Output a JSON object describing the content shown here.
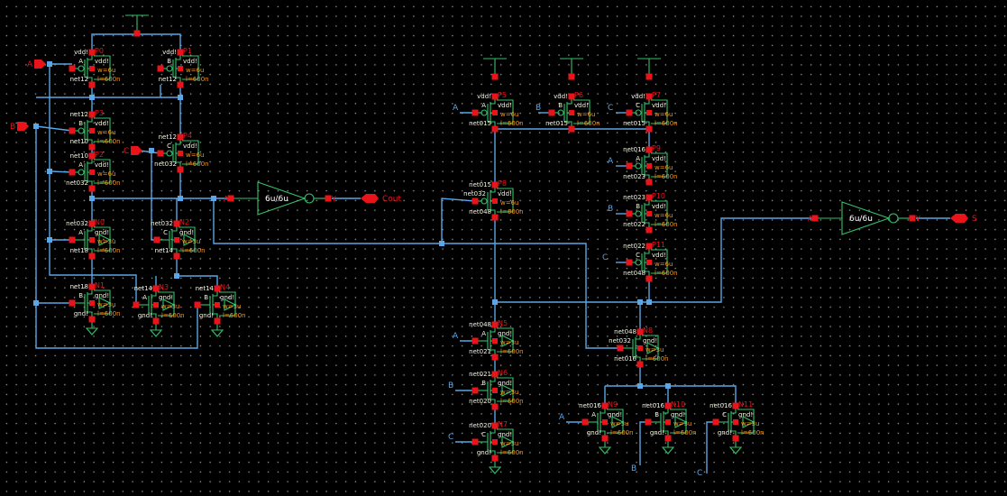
{
  "schematic": {
    "inputs": [
      "A",
      "B",
      "C"
    ],
    "outputs": {
      "cout": "Cout",
      "sum": "S"
    },
    "inverters": [
      {
        "id": "inv-cout",
        "size": "6u/6u",
        "in": "A",
        "out": "Y",
        "drives": "Cout"
      },
      {
        "id": "inv-sum",
        "size": "6u/6u",
        "in": "A",
        "out": "Y",
        "drives": "S"
      }
    ],
    "transistors": [
      {
        "name": "P0",
        "type": "pmos",
        "gate": "A",
        "top": "vdd!",
        "bottom": "net12",
        "body": "vdd!",
        "w": "w=6u",
        "l": "l=600n"
      },
      {
        "name": "P1",
        "type": "pmos",
        "gate": "B",
        "top": "vdd!",
        "bottom": "net12",
        "body": "vdd!",
        "w": "w=6u",
        "l": "l=600n"
      },
      {
        "name": "P3",
        "type": "pmos",
        "gate": "B",
        "top": "net12",
        "bottom": "net10",
        "body": "vdd!",
        "w": "w=6u",
        "l": "l=600n"
      },
      {
        "name": "P2",
        "type": "pmos",
        "gate": "A",
        "top": "net10",
        "bottom": "net032",
        "body": "vdd!",
        "w": "w=6u",
        "l": "l=600n"
      },
      {
        "name": "P4",
        "type": "pmos",
        "gate": "C",
        "top": "net12",
        "bottom": "net032",
        "body": "vdd!",
        "w": "w=6u",
        "l": "l=600n"
      },
      {
        "name": "N0",
        "type": "nmos",
        "gate": "A",
        "top": "net032",
        "bottom": "net18",
        "body": "gnd!",
        "w": "w=3u",
        "l": "l=600n"
      },
      {
        "name": "N2",
        "type": "nmos",
        "gate": "C",
        "top": "net032",
        "bottom": "net14",
        "body": "gnd!",
        "w": "w=3u",
        "l": "l=600n"
      },
      {
        "name": "N1",
        "type": "nmos",
        "gate": "B",
        "top": "net18",
        "bottom": "gnd!",
        "body": "gnd!",
        "w": "w=3u",
        "l": "l=600n"
      },
      {
        "name": "N3",
        "type": "nmos",
        "gate": "A",
        "top": "net14",
        "bottom": "gnd!",
        "body": "gnd!",
        "w": "w=3u",
        "l": "l=600n"
      },
      {
        "name": "N4",
        "type": "nmos",
        "gate": "B",
        "top": "net14",
        "bottom": "gnd!",
        "body": "gnd!",
        "w": "w=3u",
        "l": "l=600n"
      },
      {
        "name": "P5",
        "type": "pmos",
        "gate": "A",
        "top": "vdd!",
        "bottom": "net015",
        "body": "vdd!",
        "w": "w=6u",
        "l": "l=600n"
      },
      {
        "name": "P6",
        "type": "pmos",
        "gate": "B",
        "top": "vdd!",
        "bottom": "net015",
        "body": "vdd!",
        "w": "w=6u",
        "l": "l=600n"
      },
      {
        "name": "P7",
        "type": "pmos",
        "gate": "C",
        "top": "vdd!",
        "bottom": "net015",
        "body": "vdd!",
        "w": "w=6u",
        "l": "l=600n"
      },
      {
        "name": "P8",
        "type": "pmos",
        "gate": "net032",
        "top": "net015",
        "bottom": "net048",
        "body": "vdd!",
        "w": "w=6u",
        "l": "l=600n"
      },
      {
        "name": "P9",
        "type": "pmos",
        "gate": "A",
        "top": "net016",
        "bottom": "net023",
        "body": "vdd!",
        "w": "w=6u",
        "l": "l=600n"
      },
      {
        "name": "P10",
        "type": "pmos",
        "gate": "B",
        "top": "net023",
        "bottom": "net022",
        "body": "vdd!",
        "w": "w=6u",
        "l": "l=600n"
      },
      {
        "name": "P11",
        "type": "pmos",
        "gate": "C",
        "top": "net022",
        "bottom": "net048",
        "body": "vdd!",
        "w": "w=6u",
        "l": "l=600n"
      },
      {
        "name": "N5",
        "type": "nmos",
        "gate": "A",
        "top": "net048",
        "bottom": "net021",
        "body": "gnd!",
        "w": "w=3u",
        "l": "l=600n"
      },
      {
        "name": "N6",
        "type": "nmos",
        "gate": "B",
        "top": "net021",
        "bottom": "net020",
        "body": "gnd!",
        "w": "w=3u",
        "l": "l=600n"
      },
      {
        "name": "N7",
        "type": "nmos",
        "gate": "C",
        "top": "net020",
        "bottom": "gnd!",
        "body": "gnd!",
        "w": "w=3u",
        "l": "l=600n"
      },
      {
        "name": "N8",
        "type": "nmos",
        "gate": "net032",
        "top": "net048",
        "bottom": "net016",
        "body": "gnd!",
        "w": "w=3u",
        "l": "l=600n"
      },
      {
        "name": "N9",
        "type": "nmos",
        "gate": "A",
        "top": "net016",
        "bottom": "gnd!",
        "body": "gnd!",
        "w": "w=3u",
        "l": "l=600n"
      },
      {
        "name": "N10",
        "type": "nmos",
        "gate": "B",
        "top": "net016",
        "bottom": "gnd!",
        "body": "gnd!",
        "w": "w=3u",
        "l": "l=600n"
      },
      {
        "name": "N11",
        "type": "nmos",
        "gate": "C",
        "top": "net016",
        "bottom": "gnd!",
        "body": "gnd!",
        "w": "w=3u",
        "l": "l=600n"
      }
    ],
    "wire_labels": {
      "a": "A",
      "b": "B",
      "c": "C"
    }
  }
}
